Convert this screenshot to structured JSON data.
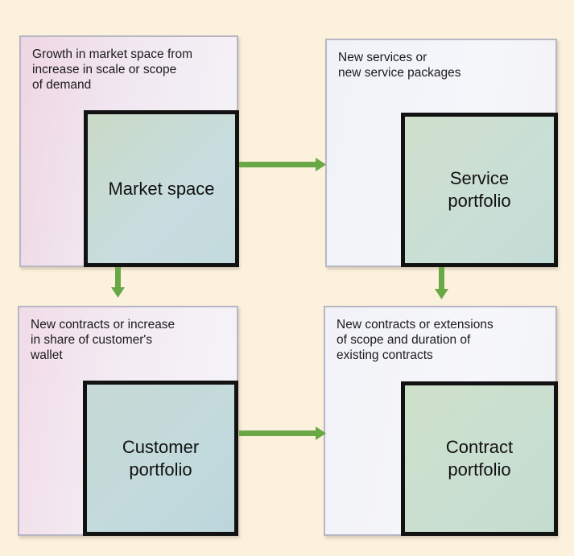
{
  "diagram": {
    "panels": {
      "top_left": "Growth in market space from\nincrease in scale or scope\nof demand",
      "top_right": "New services or\nnew service packages",
      "bottom_left": "New contracts or increase\nin share of customer's\nwallet",
      "bottom_right": "New contracts or extensions\nof scope and duration of\nexisting contracts"
    },
    "boxes": {
      "market_space": "Market space",
      "service_portfolio": "Service\nportfolio",
      "customer_portfolio": "Customer\nportfolio",
      "contract_portfolio": "Contract\nportfolio"
    }
  },
  "colors": {
    "background": "#fbf1dc",
    "arrow": "#6aa845",
    "box_border": "#121212"
  }
}
